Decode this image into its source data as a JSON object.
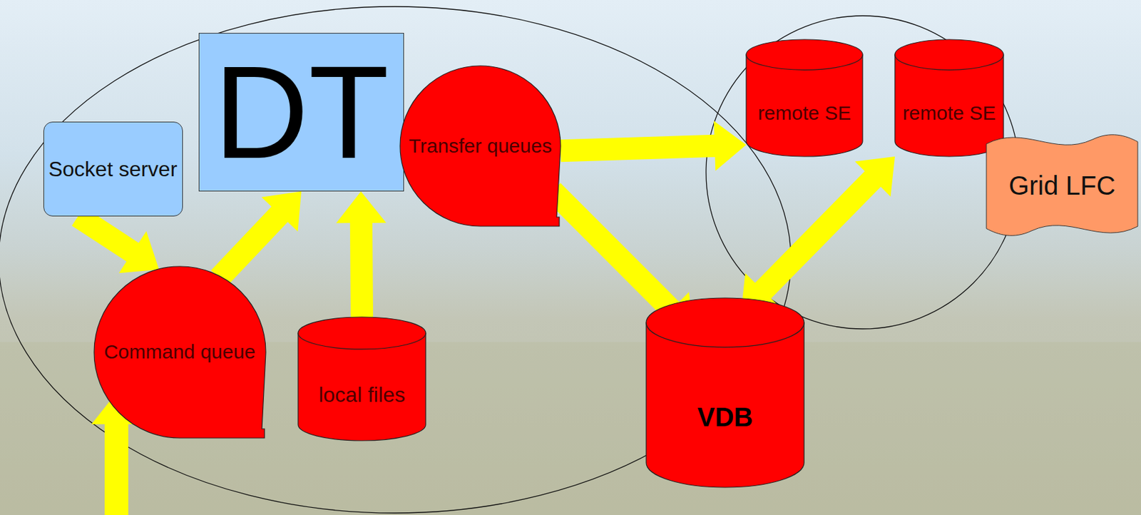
{
  "diagram": {
    "nodes": [
      {
        "text": [
          "Socket server"
        ]
      },
      {
        "text": [
          "DT"
        ]
      },
      {
        "text": [
          "Transfer queues"
        ]
      },
      {
        "text": [
          "Command queue"
        ]
      },
      {
        "text": [
          "local files"
        ]
      },
      {
        "text": [
          "VDB"
        ]
      },
      {
        "text": [
          "remote SE"
        ]
      },
      {
        "text": [
          "remote SE"
        ]
      },
      {
        "text": [
          "Grid LFC"
        ]
      }
    ],
    "edges": [
      {
        "from": 0,
        "to": 3,
        "arrow": "to"
      },
      {
        "from": 3,
        "to": 1,
        "arrow": "to"
      },
      {
        "from": 4,
        "to": 1,
        "arrow": "to"
      },
      {
        "from": 2,
        "to": 6,
        "arrow": "to"
      },
      {
        "from": 2,
        "to": 5,
        "arrow": "to"
      },
      {
        "from": 5,
        "to": 7,
        "arrow": "both"
      }
    ]
  }
}
